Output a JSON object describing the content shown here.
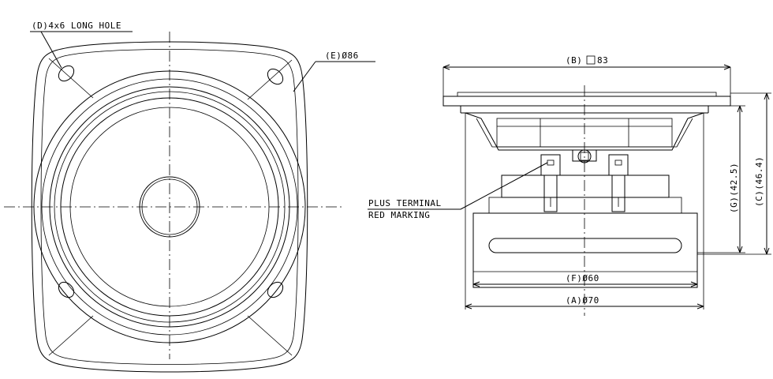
{
  "labels": {
    "long_hole": "(D)4x6 LONG HOLE",
    "outer_dia": "(E)Ø86",
    "frame_square": "(B)",
    "frame_square_value": "83",
    "plus_terminal_1": "PLUS TERMINAL",
    "plus_terminal_2": "RED MARKING",
    "magnet_dia": "(F)Ø60",
    "body_dia": "(A)Ø70",
    "depth_g": "(G)(42.5)",
    "depth_c": "(C)(46.4)"
  }
}
